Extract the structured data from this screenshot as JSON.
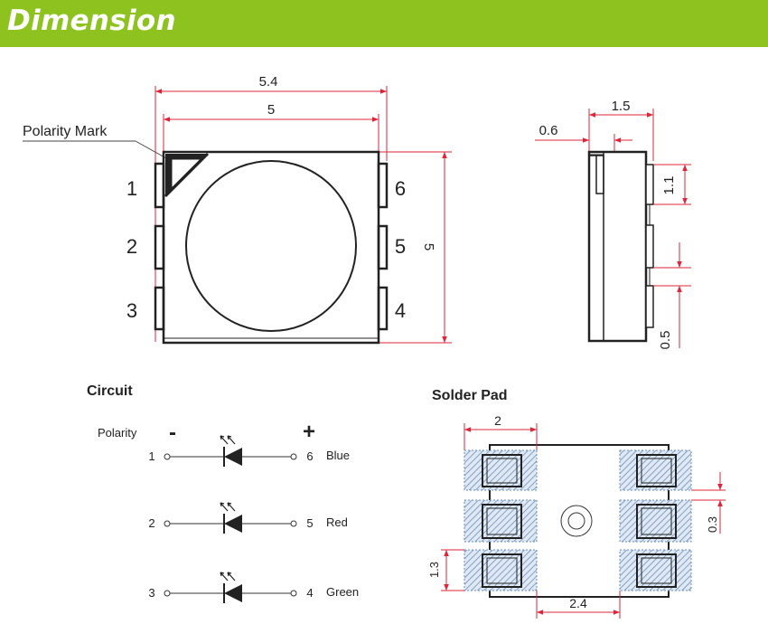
{
  "header": {
    "title": "Dimension"
  },
  "top_view": {
    "polarity_label": "Polarity Mark",
    "dim_total_width": "5.4",
    "dim_body_width": "5",
    "dim_height": "5",
    "pins_left": [
      "1",
      "2",
      "3"
    ],
    "pins_right": [
      "6",
      "5",
      "4"
    ]
  },
  "side_view": {
    "dim_depth": "1.5",
    "dim_lip": "0.6",
    "dim_pad_length": "1.1",
    "dim_pad_gap": "0.5"
  },
  "circuit": {
    "title": "Circuit",
    "polarity_label": "Polarity",
    "minus_sign": "-",
    "plus_sign": "+",
    "rows": [
      {
        "left": "1",
        "right": "6",
        "color": "Blue"
      },
      {
        "left": "2",
        "right": "5",
        "color": "Red"
      },
      {
        "left": "3",
        "right": "4",
        "color": "Green"
      }
    ]
  },
  "solder_pad": {
    "title": "Solder Pad",
    "dim_pad_width": "2",
    "dim_pad_gap": "0.3",
    "dim_pad_pitch": "1.3",
    "dim_pad_spacing": "2.4"
  },
  "colors": {
    "accent_green": "#8dc21f",
    "dimension_red": "#e0243a",
    "pad_blue": "#6a8fc0"
  }
}
